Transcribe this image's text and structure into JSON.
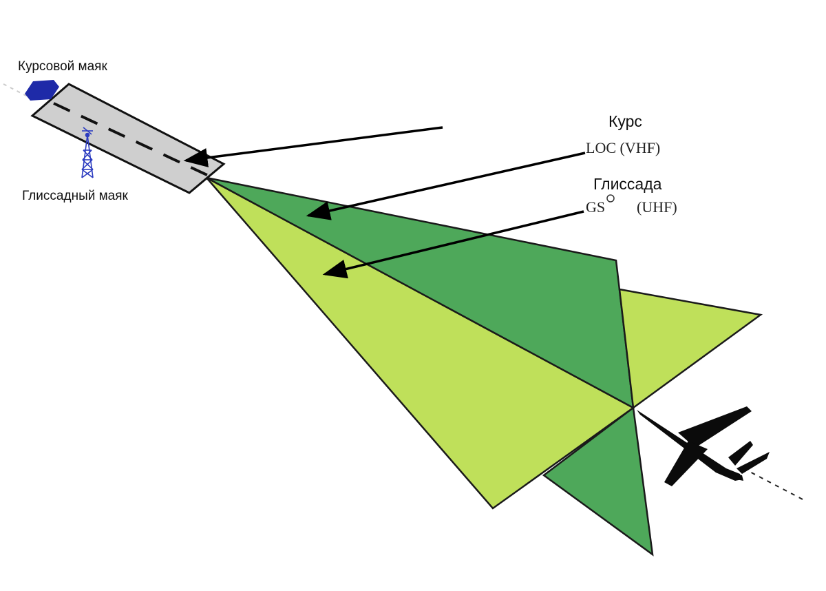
{
  "labels": {
    "localizer_beacon": "Курсовой маяк",
    "glideslope_beacon": "Глиссадный маяк",
    "course": "Курс",
    "loc": "LOC (VHF)",
    "glideslope": "Глиссада",
    "gs": "GS",
    "uhf": "(UHF)"
  },
  "colors": {
    "dark_green": "#4ea85a",
    "light_green": "#bfe05a",
    "runway": "#cfcfcf",
    "beacon_blue": "#1e2aa8",
    "aircraft": "#0b0b0b"
  },
  "icons": {
    "localizer": "localizer-antenna-icon",
    "glideslope": "radio-tower-icon",
    "aircraft": "airplane-silhouette-icon"
  }
}
